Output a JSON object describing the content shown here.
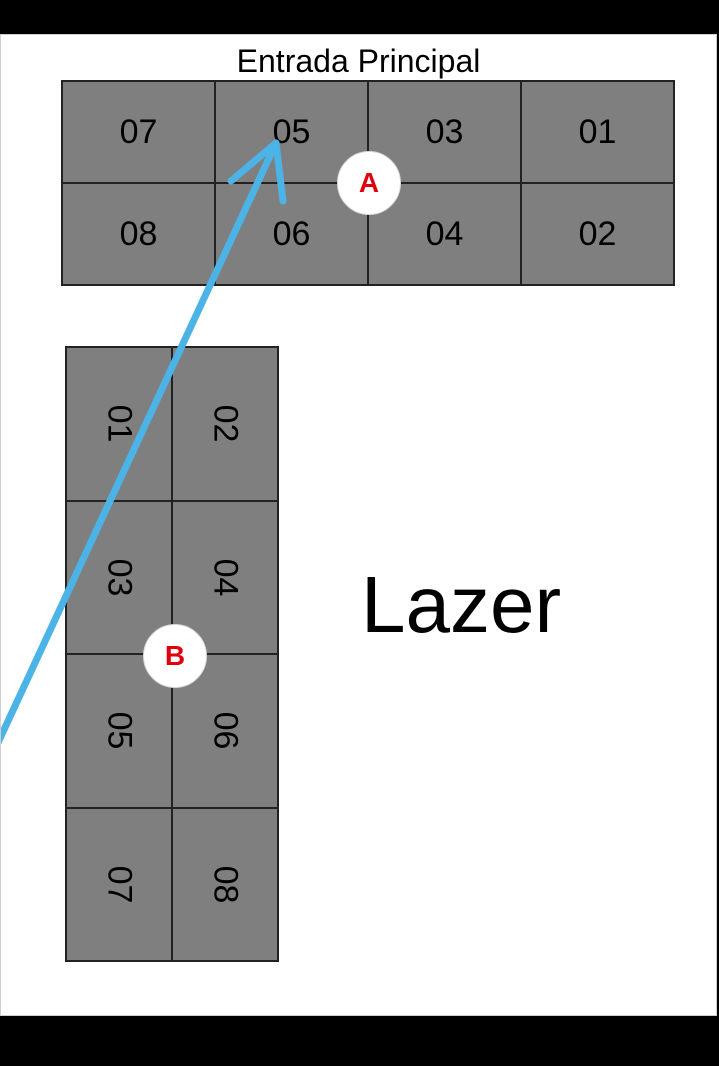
{
  "title": "Entrada Principal",
  "area_label": "Lazer",
  "block_a": {
    "marker": "A",
    "cells": [
      "07",
      "05",
      "03",
      "01",
      "08",
      "06",
      "04",
      "02"
    ]
  },
  "block_b": {
    "marker": "B",
    "cells": [
      "01",
      "02",
      "03",
      "04",
      "05",
      "06",
      "07",
      "08"
    ]
  },
  "colors": {
    "block_fill": "#7f7f7f",
    "arrow": "#4cb3e6",
    "marker_text": "#e0000b"
  }
}
